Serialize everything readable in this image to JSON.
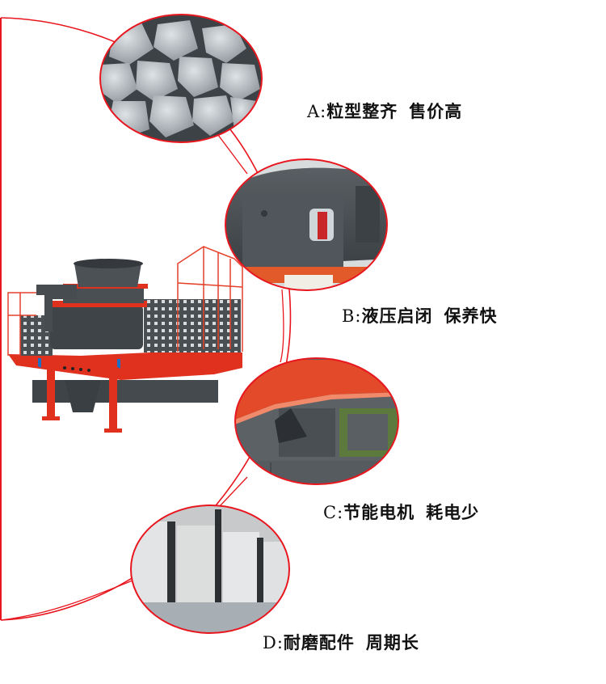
{
  "colors": {
    "accent": "#e8161e",
    "steel_dark": "#3f4448",
    "steel_mid": "#5b6166",
    "machine_red": "#e0301e",
    "background": "#ffffff",
    "text": "#111111"
  },
  "features": [
    {
      "key": "A:",
      "title": "粒型整齐",
      "subtitle": "售价高",
      "image": "crushed-stone-aggregate-photo"
    },
    {
      "key": "B:",
      "title": "液压启闭",
      "subtitle": "保养快",
      "image": "hydraulic-cover-opening-photo"
    },
    {
      "key": "C:",
      "title": "节能电机",
      "subtitle": "耗电少",
      "image": "energy-saving-motor-photo"
    },
    {
      "key": "D:",
      "title": "耐磨配件",
      "subtitle": "周期长",
      "image": "wear-resistant-parts-photo"
    }
  ],
  "product": {
    "image": "vertical-shaft-impact-sand-maker-photo"
  }
}
